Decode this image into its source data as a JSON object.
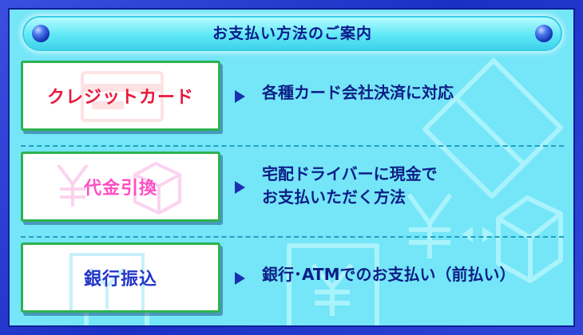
{
  "title": "お支払い方法のご案内",
  "rows": [
    {
      "button_label": "クレジットカード",
      "button_color": "#e8193c",
      "description_lines": [
        "各種カード会社決済に対応"
      ]
    },
    {
      "button_label": "代金引換",
      "button_color": "#ff4fc3",
      "description_lines": [
        "宅配ドライバーに現金で",
        "お支払いただく方法"
      ]
    },
    {
      "button_label": "銀行振込",
      "button_color": "#2435c8",
      "description_lines": [
        "銀行･ATMでのお支払い（前払い）"
      ]
    }
  ],
  "colors": {
    "background": "#74e6f8",
    "frame": "#1d33c9",
    "button_border": "#2db24f",
    "description_text": "#0d1f86",
    "title_text": "#0b1a8c"
  },
  "icons": [
    "credit-card-icon",
    "yen-icon",
    "box-icon",
    "atm-yen-icon",
    "delivery-box-icon",
    "arrow-right-icon"
  ]
}
